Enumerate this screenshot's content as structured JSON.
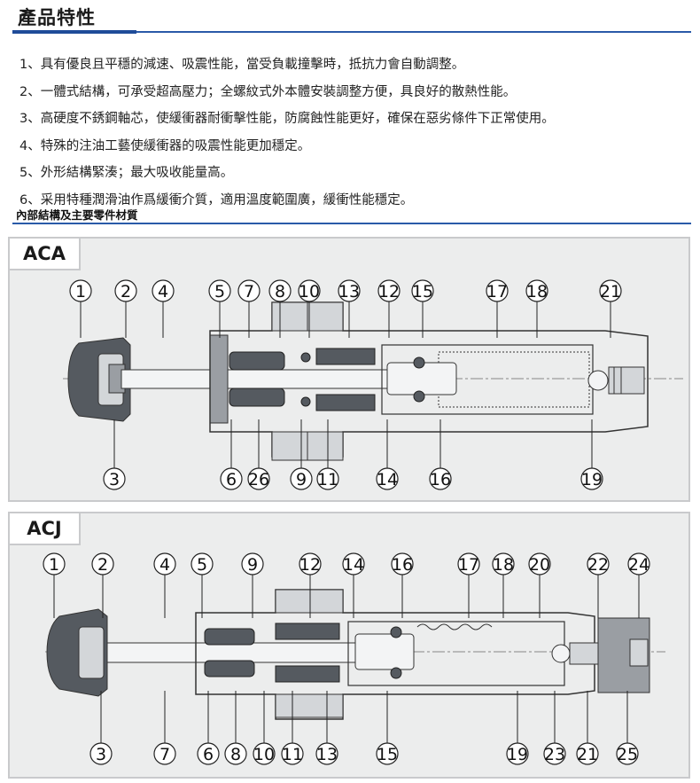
{
  "header": {
    "title": "產品特性"
  },
  "features": [
    "1、具有優良且平穩的減速、吸震性能，當受負載撞擊時，抵抗力會自動調整。",
    "2、一體式結構，可承受超高壓力；全螺紋式外本體安裝調整方便，具良好的散熱性能。",
    "3、高硬度不銹鋼軸芯，使緩衝器耐衝擊性能，防腐蝕性能更好，確保在惡劣條件下正常使用。",
    "4、特殊的注油工藝使緩衝器的吸震性能更加穩定。",
    "5、外形結構緊湊；最大吸收能量高。",
    "6、采用特種潤滑油作爲緩衝介質，適用溫度範圍廣，緩衝性能穩定。"
  ],
  "structure_title": "內部結構及主要零件材質",
  "diagrams": [
    {
      "label": "ACA",
      "top_callouts": [
        "1",
        "2",
        "4",
        "5",
        "7",
        "8",
        "10",
        "13",
        "12",
        "15",
        "17",
        "18",
        "21"
      ],
      "bottom_callouts": [
        "3",
        "6",
        "26",
        "9",
        "11",
        "14",
        "16",
        "19"
      ]
    },
    {
      "label": "ACJ",
      "top_callouts": [
        "1",
        "2",
        "4",
        "5",
        "9",
        "12",
        "14",
        "16",
        "17",
        "18",
        "20",
        "22",
        "24"
      ],
      "bottom_callouts": [
        "3",
        "7",
        "6",
        "8",
        "10",
        "11",
        "13",
        "15",
        "19",
        "23",
        "21",
        "25"
      ]
    }
  ],
  "colors": {
    "accent": "#2a5aa8",
    "panel_bg": "#eceded",
    "panel_border": "#c9cacc",
    "part_dark": "#555a60",
    "part_mid": "#9a9ea3",
    "part_light": "#d3d6d9"
  }
}
